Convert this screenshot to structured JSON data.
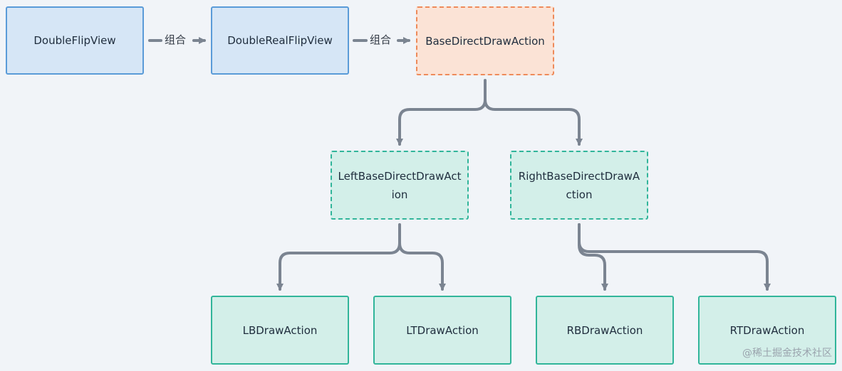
{
  "nodes": {
    "double_flip_view": "DoubleFlipView",
    "double_real_flip_view": "DoubleRealFlipView",
    "base_direct_draw_action": "BaseDirectDrawAction",
    "left_base_direct_draw_action": "LeftBaseDirectDrawAction",
    "right_base_direct_draw_action": "RightBaseDirectDrawAction",
    "lb_draw_action": "LBDrawAction",
    "lt_draw_action": "LTDrawAction",
    "rb_draw_action": "RBDrawAction",
    "rt_draw_action": "RTDrawAction"
  },
  "edges": {
    "compose_1": "组合",
    "compose_2": "组合"
  },
  "watermark": "@稀土掘金技术社区",
  "colors": {
    "background": "#f1f4f8",
    "edge": "#7b8491",
    "blue_fill": "#d6e6f6",
    "blue_border": "#5a9bd8",
    "orange_fill": "#fbe3d6",
    "orange_border": "#ee8a5a",
    "teal_fill": "#d3efe9",
    "teal_border": "#31b59a"
  }
}
